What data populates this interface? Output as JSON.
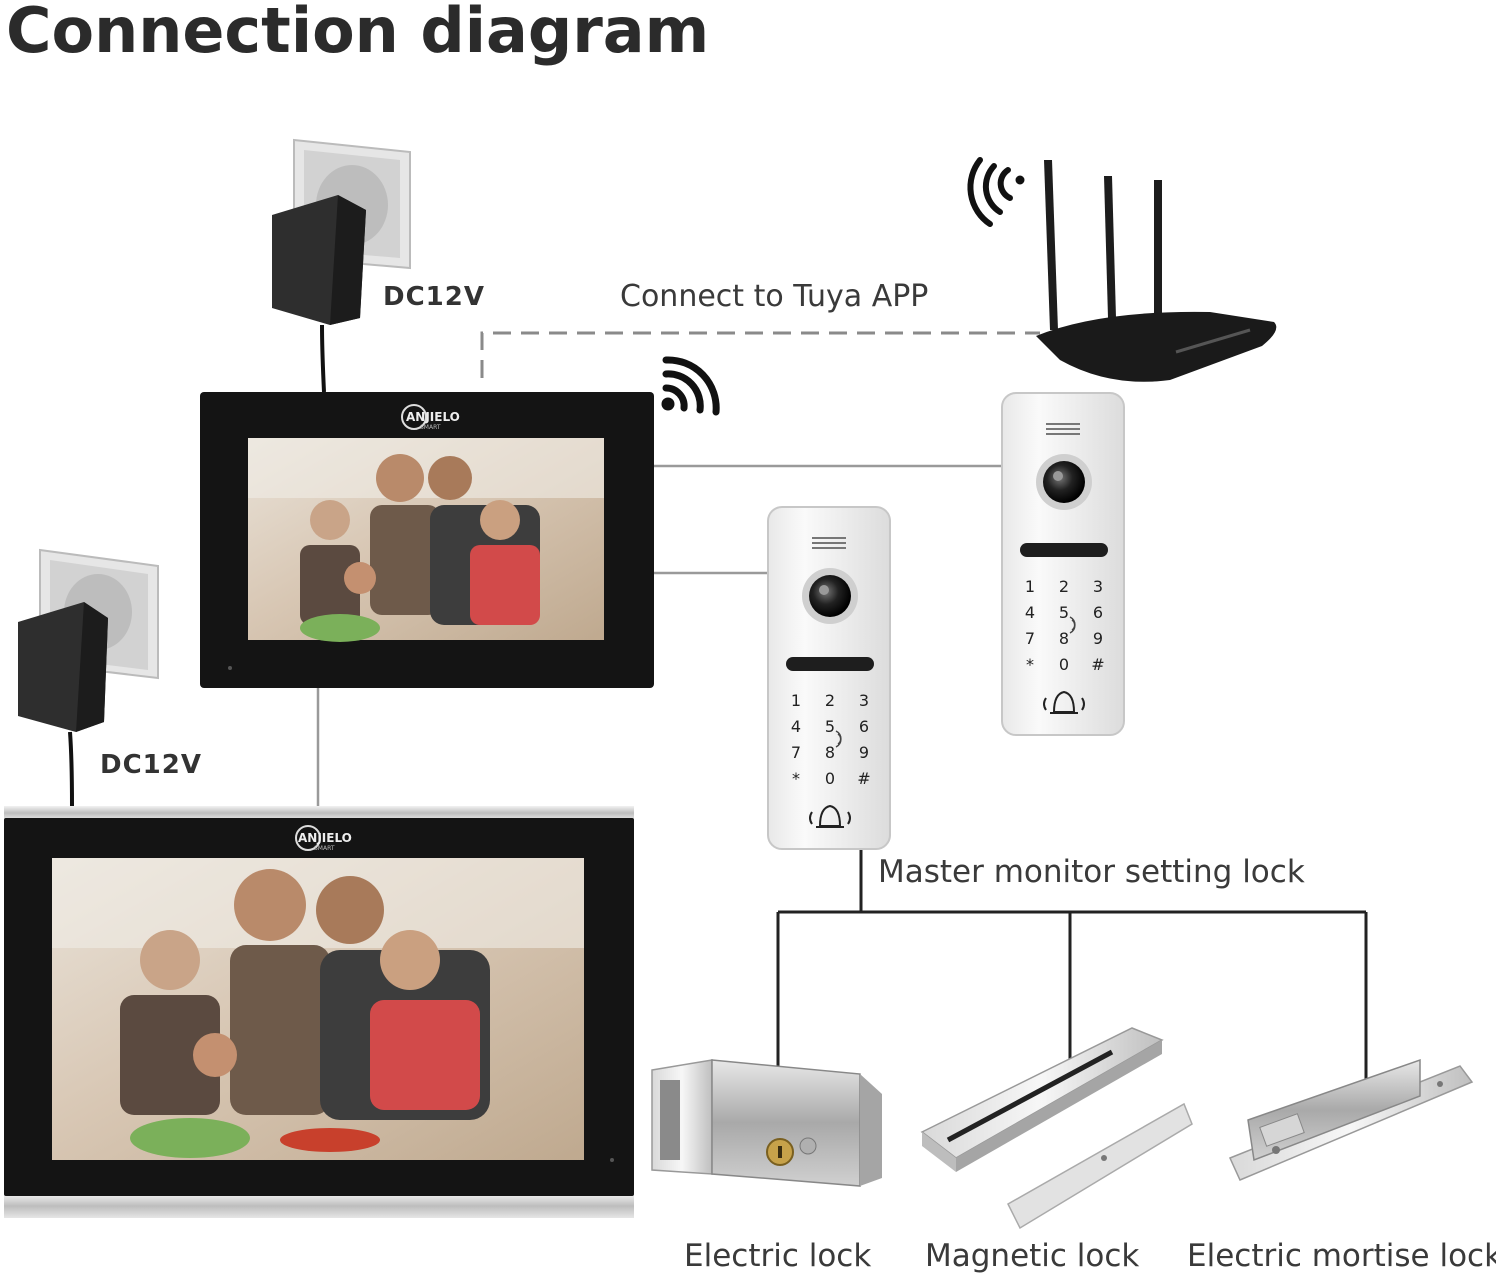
{
  "title": "Connection diagram",
  "labels": {
    "power_1": "DC12V",
    "power_2": "DC12V",
    "app": "Connect to Tuya APP",
    "lock_control": "Master monitor setting lock"
  },
  "monitor_brand": {
    "name": "ANJIELO",
    "sub": "SMART"
  },
  "keypad": [
    "1",
    "2",
    "3",
    "4",
    "5",
    "6",
    "7",
    "8",
    "9",
    "*",
    "0",
    "#"
  ],
  "locks": [
    {
      "name": "Electric lock"
    },
    {
      "name": "Magnetic lock"
    },
    {
      "name": "Electric mortise lock"
    }
  ],
  "colors": {
    "monitor_frame": "#141414",
    "silver_trim": "#c8c8c8",
    "router": "#1a1a1a",
    "wire": "#222222",
    "connector_line": "#9a9a9a",
    "dashed_line": "#8a8a8a",
    "doorbell_panel": "#f3f3f3",
    "adapter": "#2e2e2e",
    "outlet": "#e4e4e4"
  },
  "icons": [
    "power-adapter-icon",
    "wall-outlet-icon",
    "router-icon",
    "wifi-signal-icon",
    "camera-lens-icon",
    "bell-icon",
    "rfid-icon",
    "electric-lock-icon",
    "magnetic-lock-icon",
    "mortise-lock-icon"
  ]
}
